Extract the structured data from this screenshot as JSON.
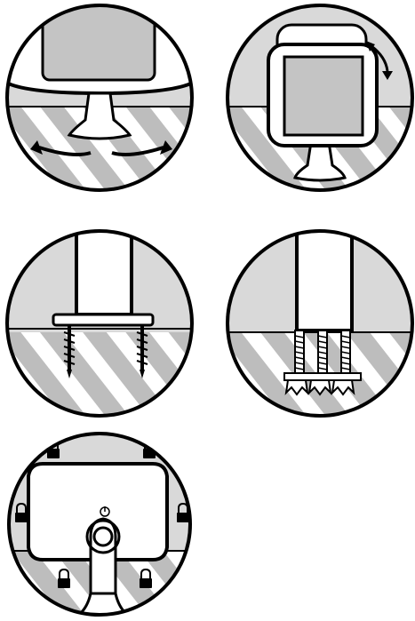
{
  "panels": [
    {
      "name": "swivel-rotation-illustration",
      "icon": "swivel-arrows-icon"
    },
    {
      "name": "tilt-rotation-illustration",
      "icon": "tilt-arrow-icon"
    },
    {
      "name": "screw-mount-illustration",
      "icon": "wood-screw-icon"
    },
    {
      "name": "bolt-clamp-mount-illustration",
      "icon": "bolt-wingnut-icon"
    },
    {
      "name": "rear-lock-points-illustration",
      "icon": "padlock-icon"
    }
  ],
  "colors": {
    "wall": "#d9d9d9",
    "floor": "#bdbdbd",
    "stripe": "#ffffff",
    "ink": "#000000",
    "paper": "#ffffff",
    "screen": "#c4c4c4"
  }
}
